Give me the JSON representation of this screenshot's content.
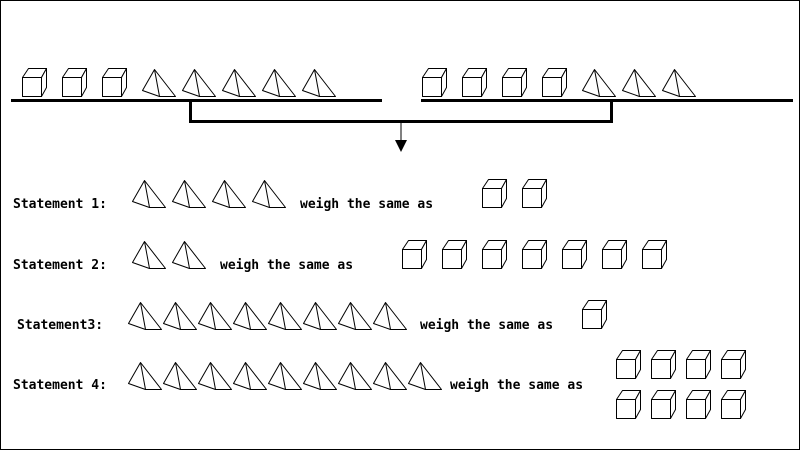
{
  "balance": {
    "left_pan": [
      "cube",
      "cube",
      "cube",
      "pyramid",
      "pyramid",
      "pyramid",
      "pyramid",
      "pyramid"
    ],
    "right_pan": [
      "cube",
      "cube",
      "cube",
      "cube",
      "pyramid",
      "pyramid",
      "pyramid"
    ]
  },
  "statements": [
    {
      "label": "Statement 1:",
      "pyramids": 4,
      "relation": "weigh the same as",
      "cubes": 2
    },
    {
      "label": "Statement 2:",
      "pyramids": 2,
      "relation": "weigh the same as",
      "cubes": 7
    },
    {
      "label": "Statement3:",
      "pyramids": 8,
      "relation": "weigh the same as",
      "cubes": 1
    },
    {
      "label": "Statement 4:",
      "pyramids": 9,
      "relation": "weigh the same as",
      "cubes": 8
    }
  ]
}
